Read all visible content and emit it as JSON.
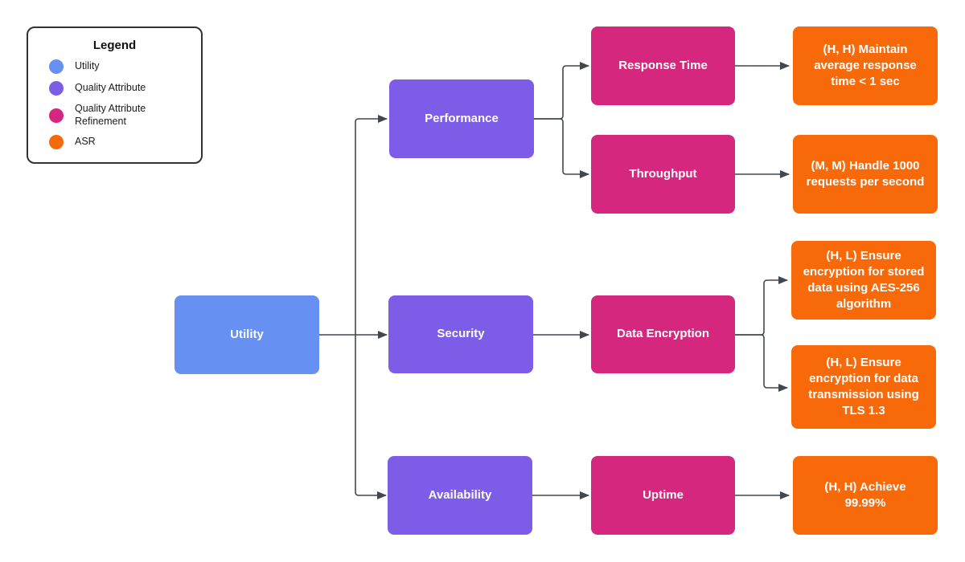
{
  "diagram": {
    "legend": {
      "title": "Legend",
      "items": [
        {
          "label": "Utility",
          "color": "#6690F2"
        },
        {
          "label": "Quality Attribute",
          "color": "#7D5CE8"
        },
        {
          "label": "Quality Attribute Refinement",
          "color": "#D6277E"
        },
        {
          "label": "ASR",
          "color": "#F8690A"
        }
      ]
    },
    "colors": {
      "utility": "#6690F2",
      "quality_attribute": "#7D5CE8",
      "refinement": "#D6277E",
      "asr": "#F8690A",
      "connector": "#40474F"
    },
    "nodes": {
      "utility": {
        "label": "Utility"
      },
      "performance": {
        "label": "Performance"
      },
      "security": {
        "label": "Security"
      },
      "availability": {
        "label": "Availability"
      },
      "response_time": {
        "label": "Response Time"
      },
      "throughput": {
        "label": "Throughput"
      },
      "data_encryption": {
        "label": "Data Encryption"
      },
      "uptime": {
        "label": "Uptime"
      },
      "asr_response_time": {
        "label": "(H, H) Maintain average response time < 1 sec"
      },
      "asr_throughput": {
        "label": "(M, M) Handle 1000 requests per second"
      },
      "asr_stored_data": {
        "label": "(H, L) Ensure encryption for stored data using AES-256 algorithm"
      },
      "asr_transmission": {
        "label": "(H, L) Ensure encryption for data transmission using TLS 1.3"
      },
      "asr_uptime": {
        "label": "(H, H) Achieve 99.99%"
      }
    }
  }
}
